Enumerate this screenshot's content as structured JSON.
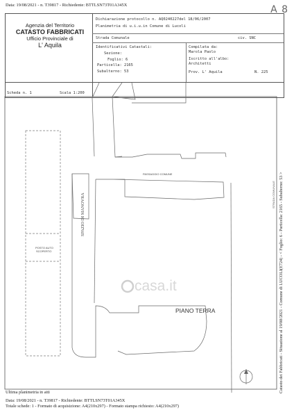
{
  "header": {
    "request_line": "Data: 19/08/2021 - n. T39817 - Richiedente: BTTLSN73T01A345X",
    "page_code": "A 8"
  },
  "agency": {
    "line1": "Agenzia del Territorio",
    "line2": "CATASTO FABBRICATI",
    "line3": "Ufficio Provinciale di",
    "line4": "L' Aquila"
  },
  "form": {
    "protocol": "Dichiarazione protocollo n. AQ0240227del 18/06/2007",
    "planimetry": "Planimetria di u.i.u.in Comune di Lucoli",
    "street": "Strada Comunale",
    "civic": "civ. SNC",
    "ident_title": "Identificativi Catastali:",
    "sezione": "Sezione:",
    "foglio": "Foglio: 6",
    "particella": "Particella: 2165",
    "subalterno": "Subalterno: 53",
    "compiled_by_label": "Compilata da:",
    "compiled_by_name": "Marola Paolo",
    "register_label": "Iscritto all'albo:",
    "register_value": "Architetti",
    "province": "Prov. L' Aquila",
    "number": "N. 225",
    "sheet": "Scheda n. 1",
    "scale": "Scala 1:200"
  },
  "plan": {
    "label_passage": "PASSAGGIO COMUNE",
    "label_ramp": "SPAZIO DI MANOVRA",
    "label_parking_1": "POSTO AUTO",
    "label_parking_2": "SCOPERTO",
    "label_floor": "PIANO TERRA",
    "watermark": "casa.it"
  },
  "side_text": "Catasto dei Fabbricati - Situazione al 19/08/2021 - Comune di LUCOLI(E724) - < Foglio: 6 - Particella: 2165 - Subalterno: 53 >",
  "side_text_2": "STRADA COMUNALE",
  "footer": {
    "line1": "Ultima planimetria in atti",
    "line2": "Data: 19/08/2021 - n. T39817 - Richiedente: BTTLSN73T01A345X",
    "line3": "Totale schede: 1 - Formato di acquisizione: A4(210x297) - Formato stampa richiesto: A4(210x297)"
  }
}
